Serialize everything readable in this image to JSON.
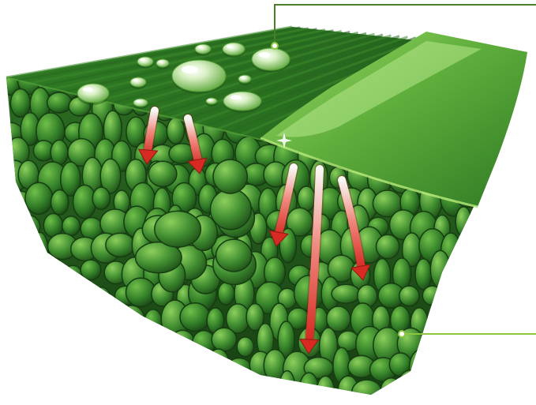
{
  "diagram": {
    "subject": "leaf-cross-section",
    "colors": {
      "background": "#ffffff",
      "cuticle_dark": "#1f5a1c",
      "cuticle_mid": "#3f8f2e",
      "cuticle_light": "#7cc94d",
      "cell_dark": "#1e4f18",
      "cell_mid": "#3c8a2f",
      "cell_light": "#86c95a",
      "droplet": "#c8e8b0",
      "arrow": "#e0342b",
      "arrow_light": "#ffffff",
      "callout_line": "#3f7a24",
      "callout_line_light": "#8cc63f"
    },
    "callouts": [
      {
        "id": "top",
        "target": "water-droplet"
      },
      {
        "id": "right",
        "target": "mesophyll-cell"
      }
    ],
    "arrows": [
      {
        "id": "a1",
        "role": "absorption"
      },
      {
        "id": "a2",
        "role": "absorption"
      },
      {
        "id": "a3",
        "role": "absorption"
      },
      {
        "id": "a4",
        "role": "absorption"
      },
      {
        "id": "a5",
        "role": "absorption"
      }
    ],
    "icons": {
      "droplet": "water-droplet-icon",
      "arrow": "down-arrow-icon",
      "callout_dot": "callout-dot-icon"
    }
  }
}
